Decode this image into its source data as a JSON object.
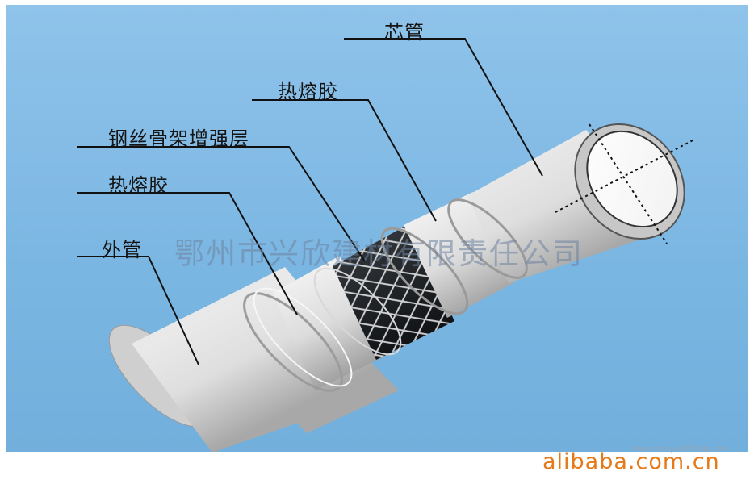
{
  "labels": {
    "core_pipe": "芯管",
    "hot_melt_inner": "热熔胶",
    "steel_wire_layer": "钢丝骨架增强层",
    "hot_melt_outer": "热熔胶",
    "outer_pipe": "外管"
  },
  "watermark": "鄂州市兴欣建材有限责任公司",
  "small_watermark": "Powered by DIYTrade.com",
  "site_watermark": "alibaba.com.cn",
  "colors": {
    "background": "#7ab6e2",
    "pipe": "#dcdcdc",
    "leader_line": "#111111",
    "site_watermark": "#e67a19"
  }
}
